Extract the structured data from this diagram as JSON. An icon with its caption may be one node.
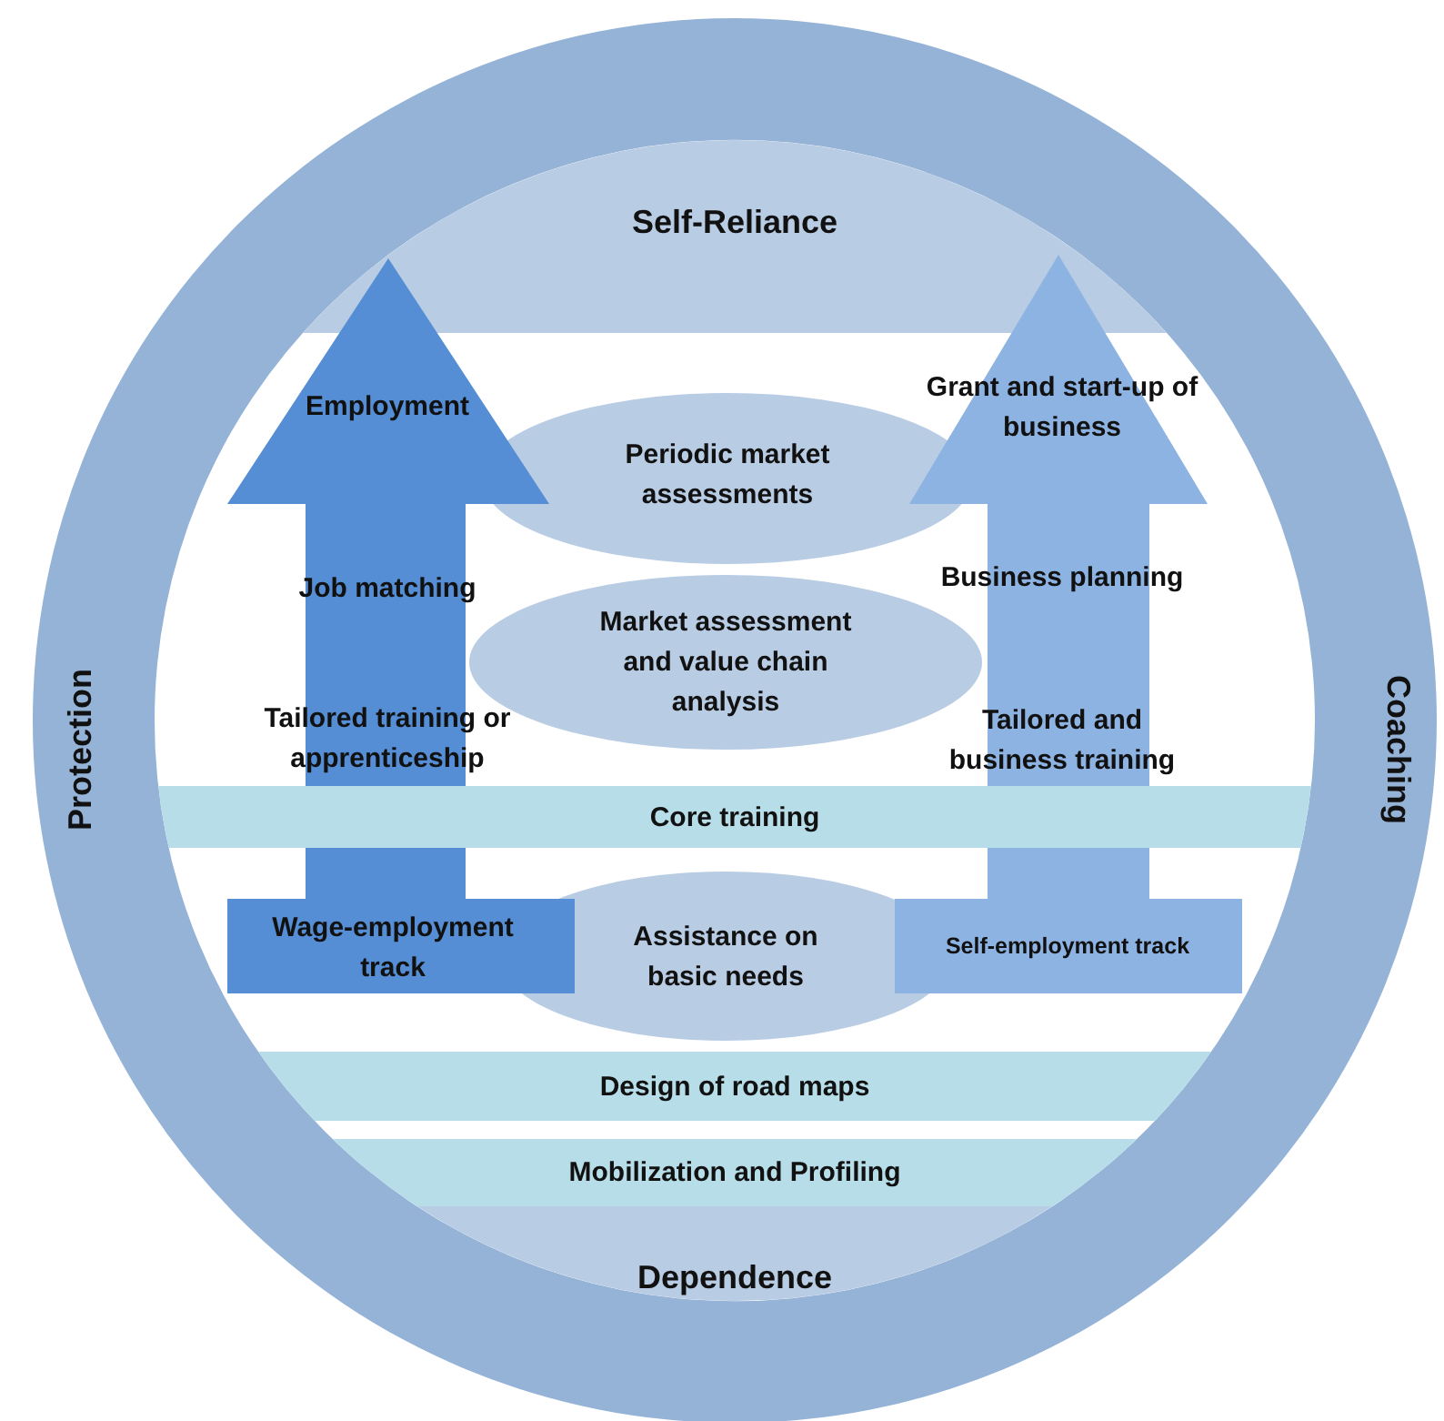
{
  "diagram": {
    "nodes": [
      {
        "text": [
          "Protection",
          "Coaching"
        ]
      },
      {
        "text": [
          "Self-Reliance"
        ],
        "in": 0
      },
      {
        "text": [
          "Employment",
          "Job matching",
          "Tailored training or apprenticeship"
        ],
        "in": 0
      },
      {
        "text": [
          "Periodic market assessments"
        ],
        "in": 0
      },
      {
        "text": [
          "Grant and start-up of business",
          "Business planning",
          "Tailored and business training"
        ],
        "in": 0
      },
      {
        "text": [
          "Market assessment and value chain analysis"
        ],
        "in": 0
      },
      {
        "text": [
          "Core training"
        ],
        "in": 0
      },
      {
        "text": [
          "Wage-employment track"
        ],
        "in": 0
      },
      {
        "text": [
          "Assistance on basic needs"
        ],
        "in": 0
      },
      {
        "text": [
          "Self-employment track"
        ],
        "in": 0
      },
      {
        "text": [
          "Design of road maps"
        ],
        "in": 0
      },
      {
        "text": [
          "Mobilization and Profiling"
        ],
        "in": 0
      },
      {
        "text": [
          "Dependence"
        ],
        "in": 0
      }
    ],
    "edges": []
  }
}
